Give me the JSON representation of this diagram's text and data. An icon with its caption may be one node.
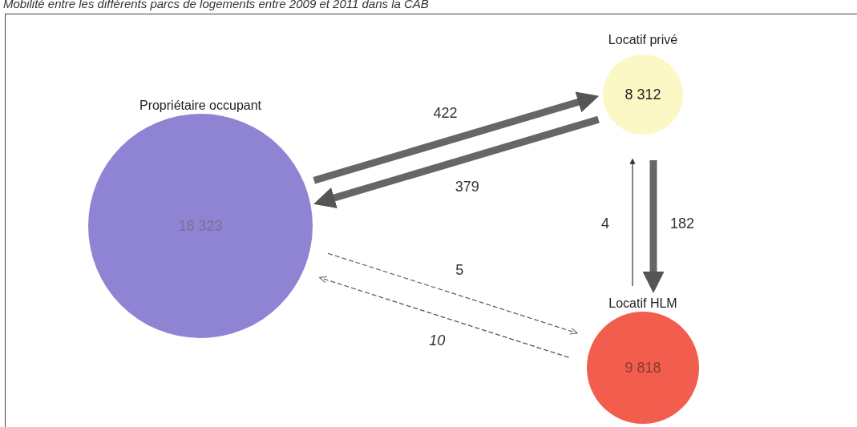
{
  "diagram": {
    "title": "Mobilité entre les différents parcs de logements entre 2009 et 2011 dans la CAB",
    "nodes": [
      {
        "text": [
          "Propriétaire occupant",
          "18 323"
        ]
      },
      {
        "text": [
          "Locatif privé",
          "8 312"
        ]
      },
      {
        "text": [
          "Locatif HLM",
          "9 818"
        ]
      }
    ],
    "edges": [
      {
        "from": 0,
        "to": 1,
        "arrow": "to",
        "label": "422",
        "style": "thick"
      },
      {
        "from": 1,
        "to": 0,
        "arrow": "to",
        "label": "379",
        "style": "thick"
      },
      {
        "from": 2,
        "to": 1,
        "arrow": "to",
        "label": "4"
      },
      {
        "from": 1,
        "to": 2,
        "arrow": "to",
        "label": "182",
        "style": "thick"
      },
      {
        "from": 0,
        "to": 2,
        "arrow": "to",
        "label": "5",
        "style": "dashed"
      },
      {
        "from": 2,
        "to": 0,
        "arrow": "to",
        "label": "10",
        "style": "dashed"
      }
    ]
  }
}
